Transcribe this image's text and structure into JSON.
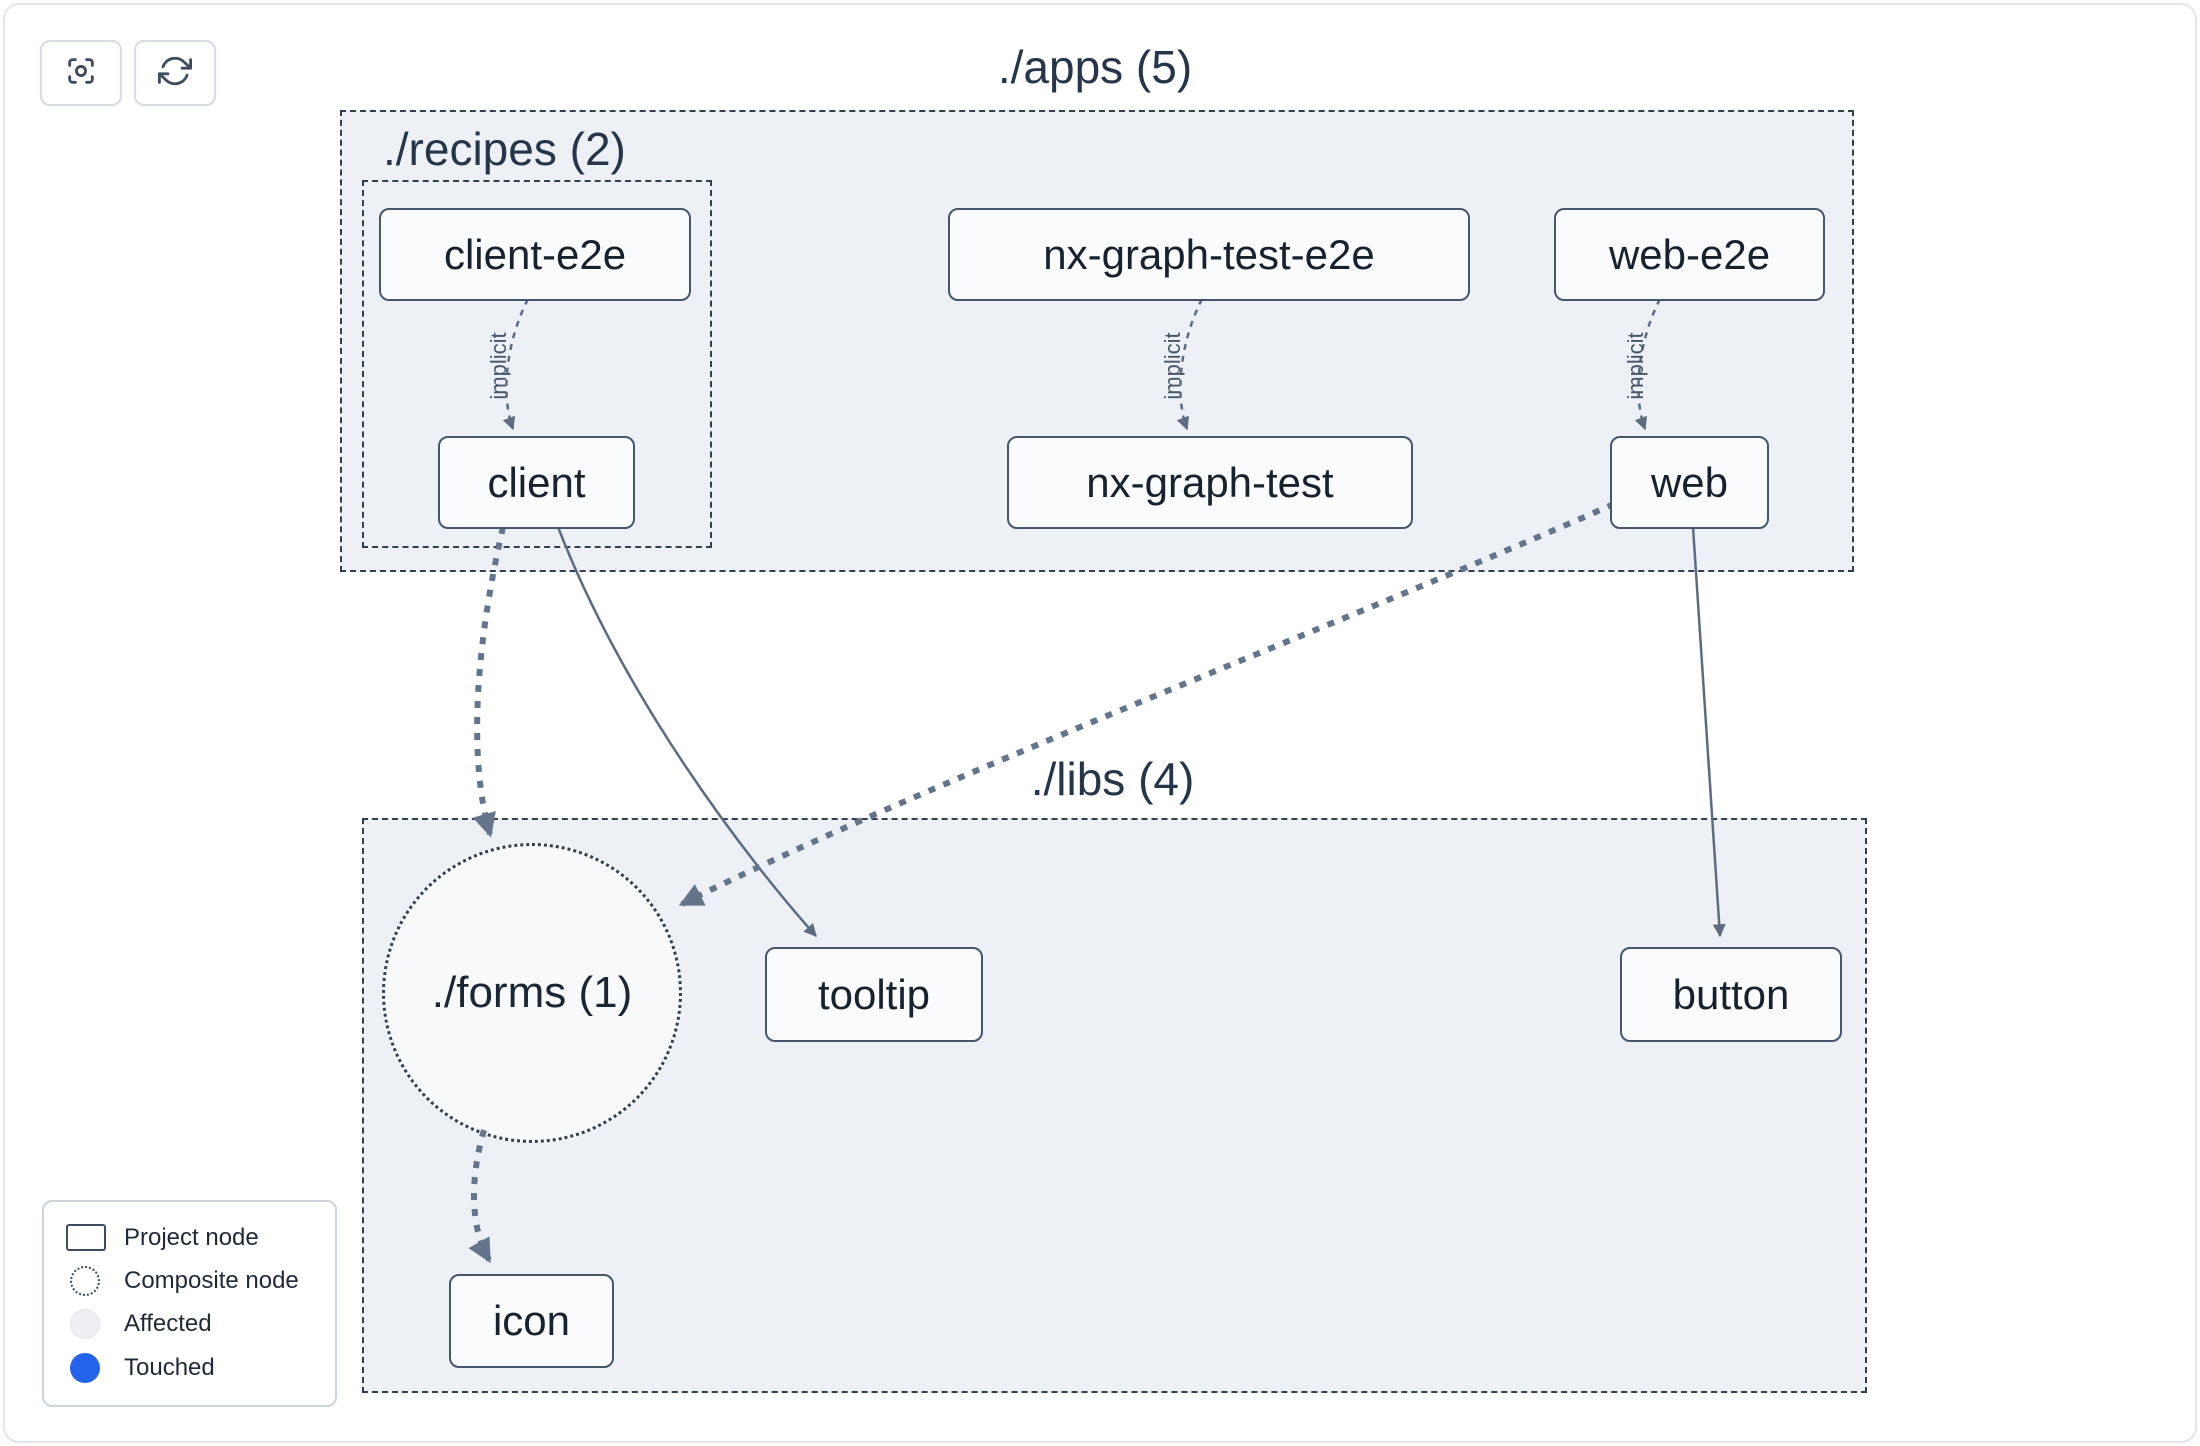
{
  "toolbar": {
    "buttons": [
      {
        "name": "focus",
        "icon": "focus-icon"
      },
      {
        "name": "refresh",
        "icon": "refresh-icon"
      }
    ]
  },
  "groups": {
    "apps": {
      "label": "./apps (5)"
    },
    "recipes": {
      "label": "./recipes (2)"
    },
    "libs": {
      "label": "./libs (4)"
    },
    "forms": {
      "label": "./forms (1)"
    }
  },
  "nodes": {
    "client_e2e": {
      "label": "client-e2e"
    },
    "client": {
      "label": "client"
    },
    "nx_graph_test_e2e": {
      "label": "nx-graph-test-e2e"
    },
    "nx_graph_test": {
      "label": "nx-graph-test"
    },
    "web_e2e": {
      "label": "web-e2e"
    },
    "web": {
      "label": "web"
    },
    "tooltip": {
      "label": "tooltip"
    },
    "button": {
      "label": "button"
    },
    "icon": {
      "label": "icon"
    }
  },
  "edges": {
    "implicit_label": "implicit",
    "list": [
      {
        "from": "client-e2e",
        "to": "client",
        "type": "implicit"
      },
      {
        "from": "nx-graph-test-e2e",
        "to": "nx-graph-test",
        "type": "implicit"
      },
      {
        "from": "web-e2e",
        "to": "web",
        "type": "implicit"
      },
      {
        "from": "client",
        "to": "./forms (1)",
        "type": "thick-dashed"
      },
      {
        "from": "client",
        "to": "tooltip",
        "type": "direct"
      },
      {
        "from": "web",
        "to": "./forms (1)",
        "type": "thick-dashed"
      },
      {
        "from": "web",
        "to": "button",
        "type": "direct"
      },
      {
        "from": "./forms (1)",
        "to": "icon",
        "type": "thick-dashed"
      }
    ]
  },
  "legend": {
    "items": [
      {
        "label": "Project node",
        "icon": "project-node-icon"
      },
      {
        "label": "Composite node",
        "icon": "composite-node-icon"
      },
      {
        "label": "Affected",
        "icon": "affected-icon"
      },
      {
        "label": "Touched",
        "icon": "touched-icon"
      }
    ]
  },
  "colors": {
    "group_fill": "#edf1f6",
    "group_border": "#31404f",
    "node_border": "#46566c",
    "edge": "#5d6b80",
    "touched": "#2563eb",
    "affected": "#edeff2"
  }
}
